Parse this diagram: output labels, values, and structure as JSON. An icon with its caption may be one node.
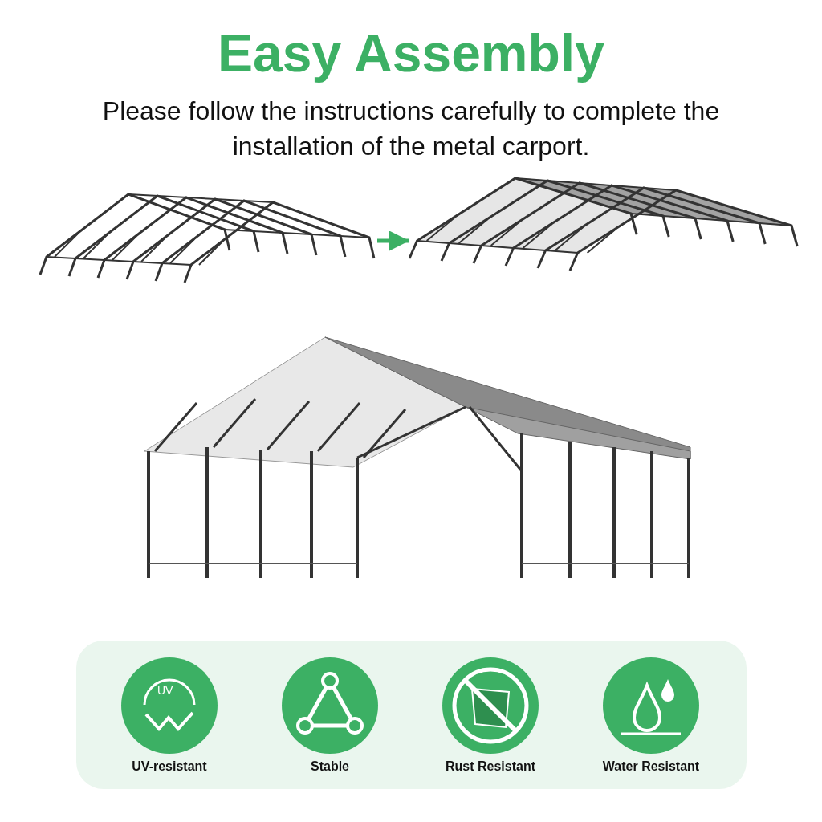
{
  "diagram": {
    "title": "Easy Assembly",
    "nodes": [
      {
        "text": [],
        "shape": "picture"
      },
      {
        "text": [],
        "shape": "picture"
      }
    ],
    "edges": [
      {
        "from": 0,
        "to": 1,
        "arrow": "to"
      }
    ],
    "labels": [
      "Please follow the instructions carefully to complete the installation of the metal carport.",
      "UV",
      "UV-resistant",
      "Stable",
      "Rust Resistant",
      "Water Resistant"
    ]
  }
}
